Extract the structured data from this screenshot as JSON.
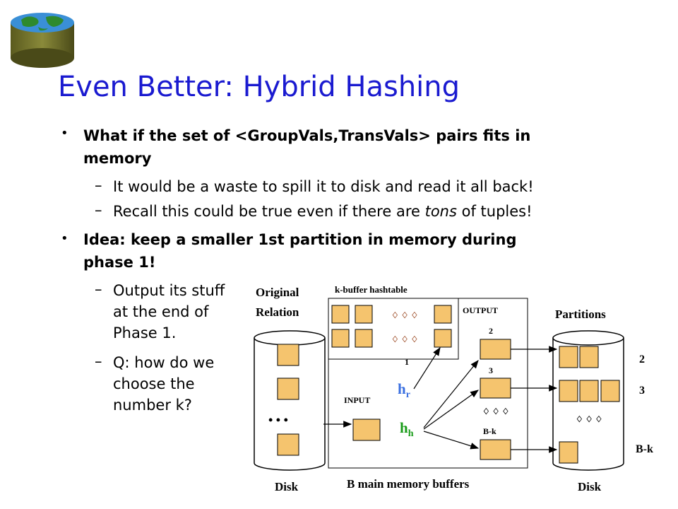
{
  "slide": {
    "title": "Even Better: Hybrid Hashing",
    "bullets": [
      {
        "text_line1": "What if the set of <GroupVals,TransVals> pairs fits in",
        "text_line2": "memory",
        "subs": [
          {
            "pre": "It would be a waste to spill it to disk and read it all back!",
            "em": "",
            "post": ""
          },
          {
            "pre": "Recall this could be true even if there are ",
            "em": "tons",
            "post": " of tuples!"
          }
        ]
      },
      {
        "text_line1": "Idea: keep a smaller 1st partition in memory during",
        "text_line2": "phase 1!",
        "subs": [
          {
            "lines": [
              "Output its stuff",
              "at the end of",
              "Phase 1."
            ]
          },
          {
            "lines": [
              "Q: how do we",
              "choose the",
              "number k?"
            ]
          }
        ]
      }
    ],
    "dash": "–",
    "bullet_char": "•"
  },
  "diagram": {
    "original_relation": [
      "Original",
      "Relation"
    ],
    "kbuffer_label": "k-buffer hashtable",
    "output_label": "OUTPUT",
    "partitions_label": "Partitions",
    "input_label": "INPUT",
    "hr": {
      "main": "h",
      "sub": "r"
    },
    "hh": {
      "main": "h",
      "sub": "h"
    },
    "output_nums": [
      "1",
      "2",
      "3",
      "B-k"
    ],
    "partition_nums": [
      "2",
      "3",
      "B-k"
    ],
    "disk_left": "Disk",
    "disk_right": "Disk",
    "buffers_label": "B main memory buffers",
    "ellipsis": "• • •",
    "small_dots": "♢ ♢ ♢",
    "colors": {
      "buffer_fill": "#f5c46e",
      "hr": "#3a6fe0",
      "hh": "#1a9c1a",
      "title": "#1a1ad0"
    }
  }
}
